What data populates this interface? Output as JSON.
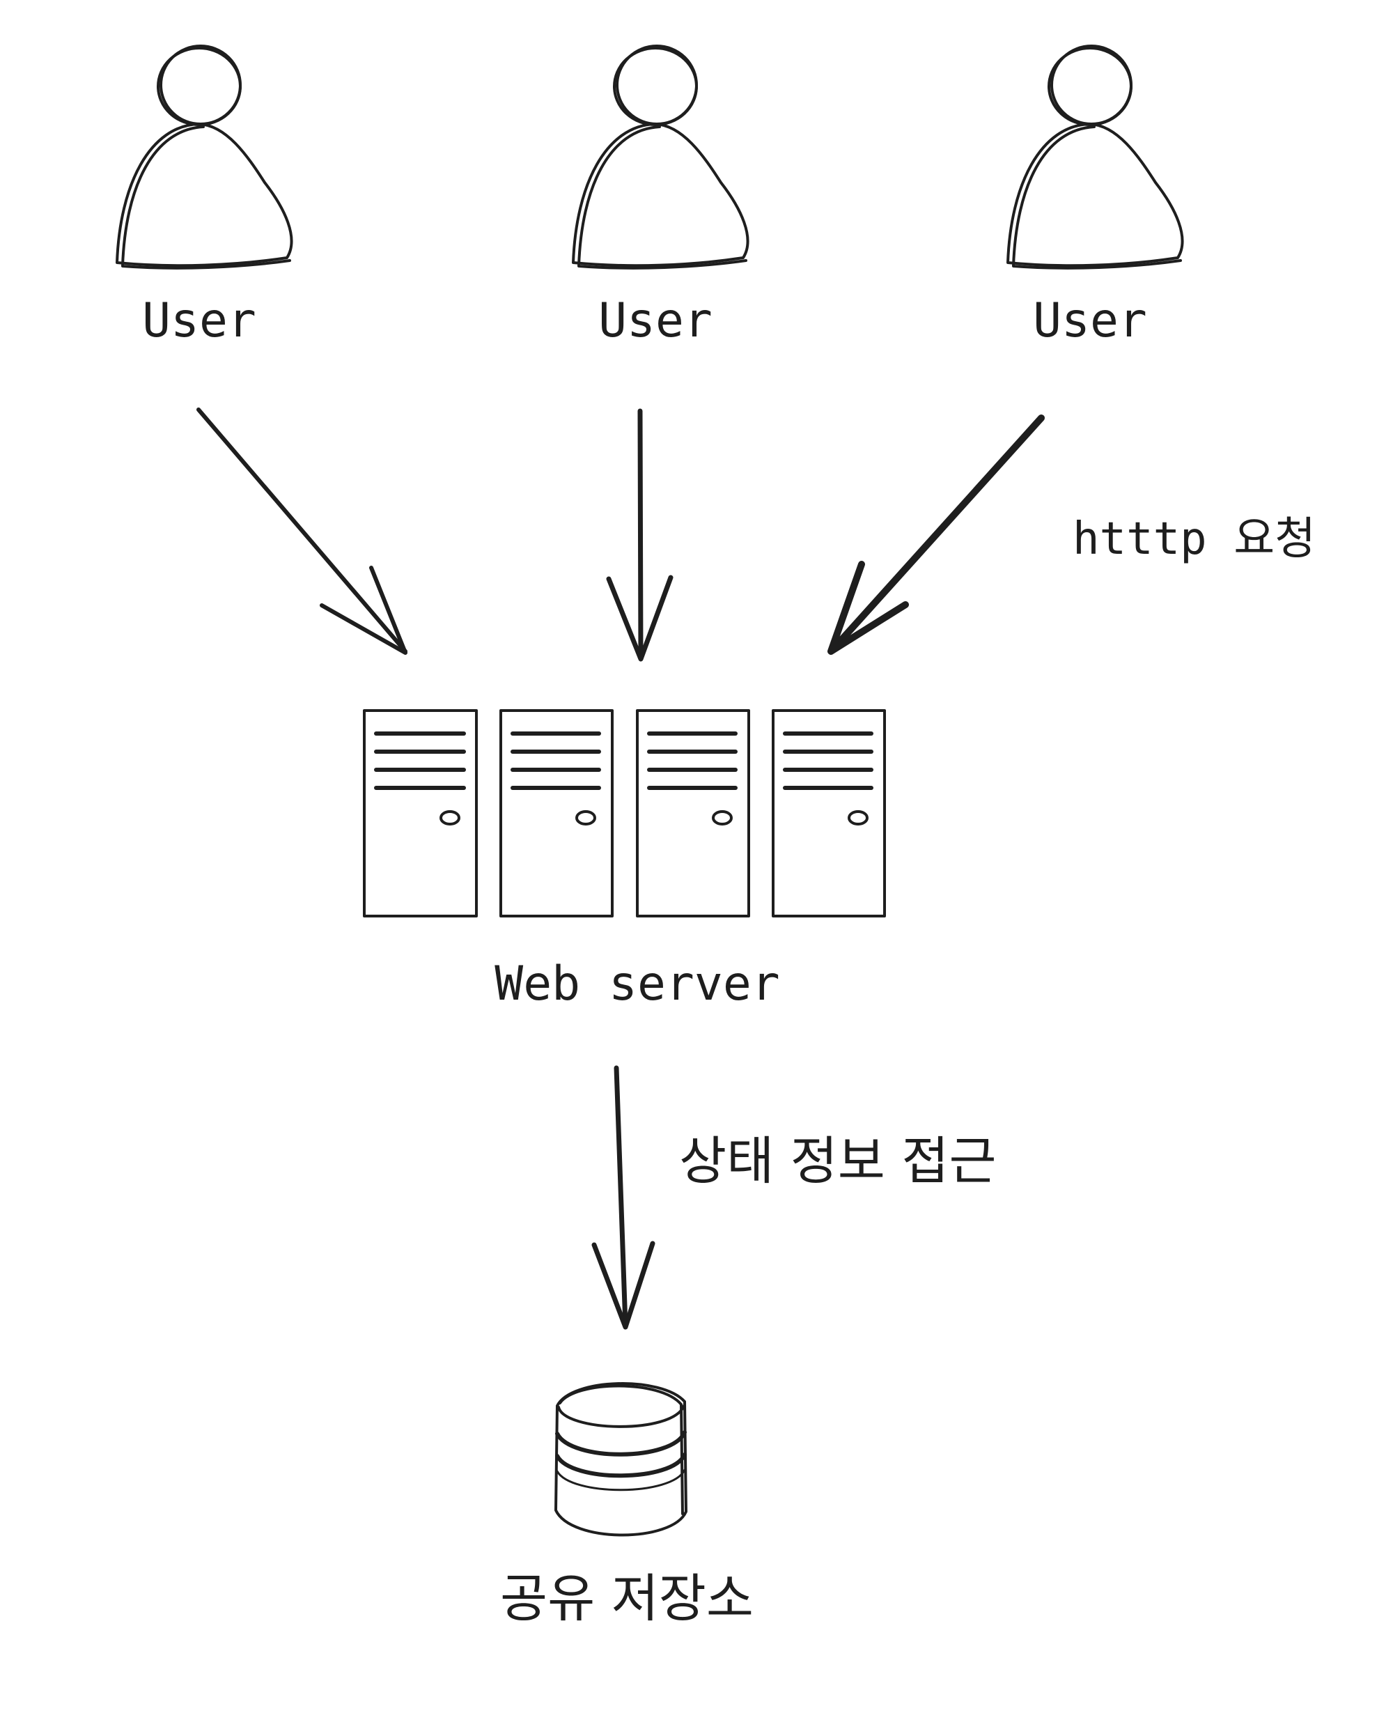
{
  "diagram": {
    "users": [
      {
        "label": "User"
      },
      {
        "label": "User"
      },
      {
        "label": "User"
      }
    ],
    "request_label": "htttp 요청",
    "server_label": "Web server",
    "state_access_label": "상태 정보 접근",
    "storage_label": "공유 저장소",
    "colors": {
      "stroke": "#1e1e1e",
      "background": "#ffffff"
    }
  }
}
